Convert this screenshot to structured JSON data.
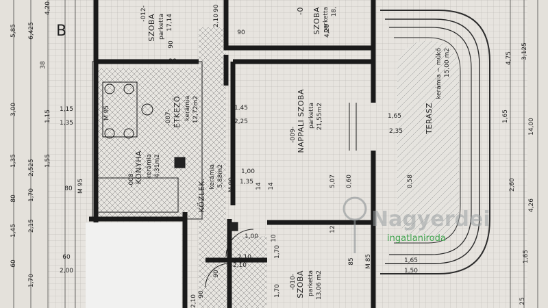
{
  "rooms": {
    "szoba_012": {
      "name": "SZOBA",
      "number": "-012-",
      "floor": "parketta",
      "area": "17,14"
    },
    "szoba_011": {
      "name": "SZOBA",
      "number": "-0",
      "floor": "parketta",
      "area": "18,"
    },
    "etkezo": {
      "name": "ÉTKEZŐ",
      "number": "-007-",
      "floor": "kerámia",
      "area": "12,72m2"
    },
    "nappali": {
      "name": "NAPPALI SZOBA",
      "number": "-009-",
      "floor": "parketta",
      "area": "21,55m2"
    },
    "terasz": {
      "name": "TERASZ",
      "floor": "kerámia ~ műkő",
      "area": "15,00 m2"
    },
    "konyha": {
      "name": "KONYHA",
      "number": "-008-",
      "floor": "kerámia",
      "area": "4,31m2"
    },
    "kozlek": {
      "name": "KÖZLEK.",
      "floor": "kerámia",
      "area": "5,88m2"
    },
    "szoba_010": {
      "name": "SZOBA",
      "number": "-010-",
      "floor": "parketta",
      "area": "13,06 m2"
    }
  },
  "grid_label": "B",
  "dimensions": {
    "left": [
      "4,20",
      "5,85",
      "6,425",
      "3,00",
      "2,525",
      "1,15",
      "1,55",
      "1,35",
      "80",
      "1,70",
      "1,45",
      "2,15",
      "60",
      "1,70",
      "2,00",
      "38",
      "1,15",
      "1,35",
      "80",
      "60"
    ],
    "right": [
      "4,75",
      "3,125",
      "1,65",
      "14,00",
      "2,60",
      "4,26",
      "1,65",
      "25"
    ],
    "inner": [
      "90",
      "2,10",
      "38",
      "4,20",
      "90",
      "1,45",
      "2,25",
      "1,65",
      "2,35",
      "90",
      "1,00",
      "1,35",
      "14",
      "14",
      "5,07",
      "0,60",
      "0,58",
      "1,00",
      "10",
      "1,70",
      "2,10",
      "90",
      "2,10",
      "90",
      "1,65",
      "1,50",
      "2,10",
      "85",
      "12",
      "1,70",
      "M 95",
      "M 85",
      "M 90",
      "M 95"
    ]
  },
  "watermark": {
    "title": "Nagyerdei",
    "subtitle": "ingatlaniroda"
  }
}
